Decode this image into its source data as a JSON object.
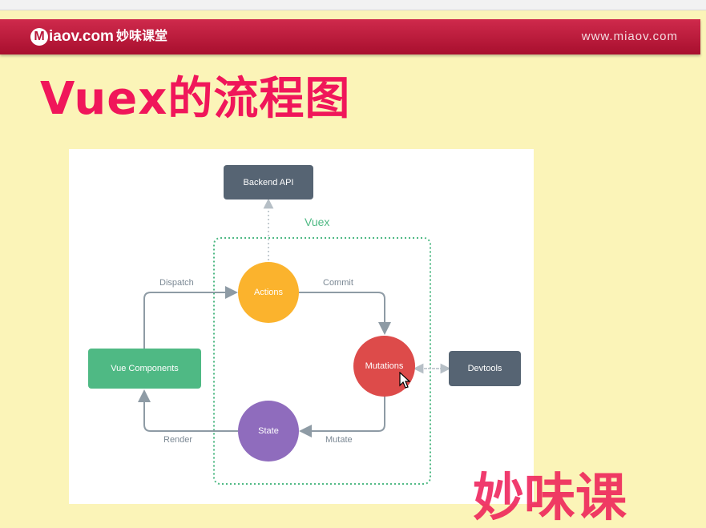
{
  "header": {
    "brand_mark": "M",
    "brand_name": "iaov.com",
    "brand_cn": "妙味课堂",
    "site_url": "www.miaov.com"
  },
  "slide": {
    "title": "Vuex的流程图"
  },
  "diagram": {
    "group_label": "Vuex",
    "nodes": {
      "backend_api": "Backend API",
      "actions": "Actions",
      "mutations": "Mutations",
      "state": "State",
      "vue_components": "Vue Components",
      "devtools": "Devtools"
    },
    "edges": {
      "dispatch": "Dispatch",
      "commit": "Commit",
      "mutate": "Mutate",
      "render": "Render"
    },
    "colors": {
      "actions": "#fbb32d",
      "mutations": "#dd4b4a",
      "state": "#8f6cbd",
      "vue_components": "#4fb984",
      "backend_api": "#566473",
      "devtools": "#566473",
      "group_border": "#4fb984",
      "arrows": "#8e9ba5"
    }
  },
  "watermark": "妙味课"
}
